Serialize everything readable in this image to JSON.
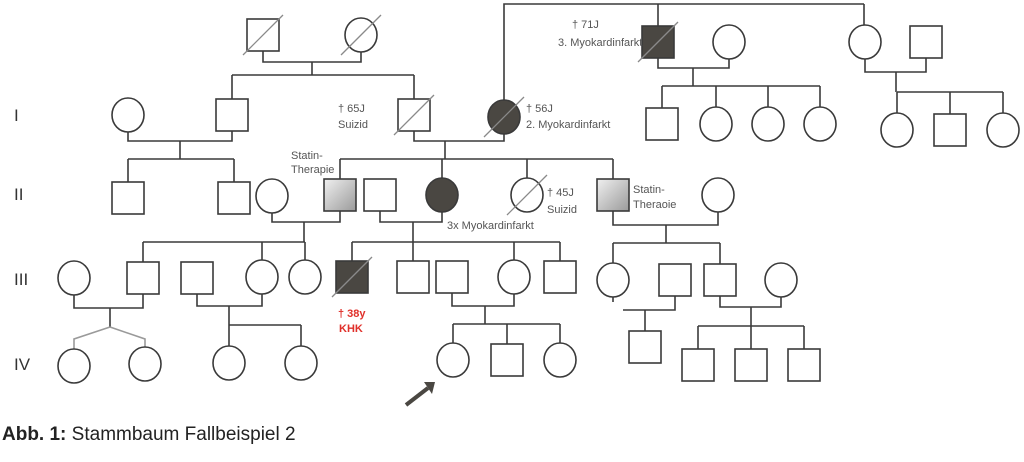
{
  "figure": {
    "caption_label": "Abb. 1:",
    "caption_text": "Stammbaum Fallbeispiel 2"
  },
  "colors": {
    "affected": "#4a4742",
    "statin_light": "#e8e8e8",
    "statin_dark": "#9a9a9a",
    "line": "#3a3a3a",
    "deceased_slash": "#8a8a8a",
    "highlight_text": "#e0302a"
  },
  "generations": [
    "I",
    "II",
    "III",
    "IV"
  ],
  "legend_notes": {
    "grandfather_maternal": [
      "† 71J",
      "3. Myokardinfarkt"
    ],
    "grandmother_paternal_father": [
      "† 65J",
      "Suizid"
    ],
    "grandmother_affected": [
      "† 56J",
      "2. Myokardinfarkt"
    ],
    "statin_left": [
      "Statin-",
      "Therapie"
    ],
    "aunt_affected": "3x Myokardinfarkt",
    "aunt_suicide": [
      "† 45J",
      "Suizid"
    ],
    "statin_right": [
      "Statin-",
      "Theraoie"
    ],
    "cousin_deceased": [
      "† 38y",
      "KHK"
    ]
  },
  "individuals": [
    {
      "id": "gp1",
      "sex": "male",
      "status": "deceased",
      "generation": "0"
    },
    {
      "id": "gp2",
      "sex": "female",
      "status": "deceased",
      "generation": "0"
    },
    {
      "id": "mgf",
      "sex": "male",
      "status": "affected-deceased",
      "generation": "0",
      "note": "grandfather_maternal"
    },
    {
      "id": "mgm",
      "sex": "female",
      "status": "unaffected",
      "generation": "0"
    },
    {
      "id": "gaunt",
      "sex": "female",
      "status": "unaffected",
      "generation": "0"
    },
    {
      "id": "guncle",
      "sex": "male",
      "status": "unaffected",
      "generation": "0"
    },
    {
      "id": "I-w",
      "sex": "female",
      "status": "unaffected",
      "generation": "I"
    },
    {
      "id": "I-m",
      "sex": "male",
      "status": "unaffected",
      "generation": "I"
    },
    {
      "id": "I-f",
      "sex": "male",
      "status": "deceased",
      "generation": "I",
      "note": "grandmother_paternal_father"
    },
    {
      "id": "I-mo",
      "sex": "female",
      "status": "affected-deceased",
      "generation": "I",
      "note": "grandmother_affected"
    },
    {
      "id": "I-c1",
      "sex": "male",
      "status": "unaffected",
      "generation": "I"
    },
    {
      "id": "I-c2",
      "sex": "female",
      "status": "unaffected",
      "generation": "I"
    },
    {
      "id": "I-c3",
      "sex": "female",
      "status": "unaffected",
      "generation": "I"
    },
    {
      "id": "I-c4",
      "sex": "female",
      "status": "unaffected",
      "generation": "I"
    },
    {
      "id": "I-d1",
      "sex": "female",
      "status": "unaffected",
      "generation": "I"
    },
    {
      "id": "I-d2",
      "sex": "male",
      "status": "unaffected",
      "generation": "I"
    },
    {
      "id": "I-d3",
      "sex": "female",
      "status": "unaffected",
      "generation": "I"
    },
    {
      "id": "II-1",
      "sex": "male",
      "status": "unaffected",
      "generation": "II"
    },
    {
      "id": "II-2",
      "sex": "male",
      "status": "unaffected",
      "generation": "II"
    },
    {
      "id": "II-3",
      "sex": "female",
      "status": "unaffected",
      "generation": "II"
    },
    {
      "id": "II-4",
      "sex": "male",
      "status": "statin",
      "generation": "II",
      "note": "statin_left"
    },
    {
      "id": "II-5",
      "sex": "male",
      "status": "unaffected",
      "generation": "II"
    },
    {
      "id": "II-6",
      "sex": "female",
      "status": "affected",
      "generation": "II",
      "note": "aunt_affected"
    },
    {
      "id": "II-7",
      "sex": "female",
      "status": "deceased",
      "generation": "II",
      "note": "aunt_suicide"
    },
    {
      "id": "II-8",
      "sex": "male",
      "status": "statin",
      "generation": "II",
      "note": "statin_right"
    },
    {
      "id": "II-9",
      "sex": "female",
      "status": "unaffected",
      "generation": "II"
    },
    {
      "id": "III-1",
      "sex": "female",
      "status": "unaffected",
      "generation": "III"
    },
    {
      "id": "III-2",
      "sex": "male",
      "status": "unaffected",
      "generation": "III"
    },
    {
      "id": "III-3",
      "sex": "male",
      "status": "unaffected",
      "generation": "III"
    },
    {
      "id": "III-4",
      "sex": "female",
      "status": "unaffected",
      "generation": "III"
    },
    {
      "id": "III-5",
      "sex": "female",
      "status": "unaffected",
      "generation": "III"
    },
    {
      "id": "III-6",
      "sex": "male",
      "status": "affected-deceased",
      "generation": "III",
      "note": "cousin_deceased"
    },
    {
      "id": "III-7",
      "sex": "male",
      "status": "unaffected",
      "generation": "III"
    },
    {
      "id": "III-8",
      "sex": "male",
      "status": "unaffected",
      "generation": "III"
    },
    {
      "id": "III-9",
      "sex": "female",
      "status": "unaffected",
      "generation": "III"
    },
    {
      "id": "III-10",
      "sex": "male",
      "status": "unaffected",
      "generation": "III"
    },
    {
      "id": "III-11",
      "sex": "female",
      "status": "unaffected",
      "generation": "III"
    },
    {
      "id": "III-12",
      "sex": "male",
      "status": "unaffected",
      "generation": "III"
    },
    {
      "id": "III-13",
      "sex": "male",
      "status": "unaffected",
      "generation": "III"
    },
    {
      "id": "III-14",
      "sex": "female",
      "status": "unaffected",
      "generation": "III"
    },
    {
      "id": "IV-1",
      "sex": "female",
      "status": "unaffected",
      "generation": "IV",
      "twin": true
    },
    {
      "id": "IV-2",
      "sex": "female",
      "status": "unaffected",
      "generation": "IV",
      "twin": true
    },
    {
      "id": "IV-3",
      "sex": "female",
      "status": "unaffected",
      "generation": "IV"
    },
    {
      "id": "IV-4",
      "sex": "female",
      "status": "unaffected",
      "generation": "IV"
    },
    {
      "id": "IV-5",
      "sex": "female",
      "status": "unaffected",
      "generation": "IV",
      "proband": true
    },
    {
      "id": "IV-6",
      "sex": "male",
      "status": "unaffected",
      "generation": "IV"
    },
    {
      "id": "IV-7",
      "sex": "female",
      "status": "unaffected",
      "generation": "IV"
    },
    {
      "id": "IV-8",
      "sex": "male",
      "status": "unaffected",
      "generation": "IV"
    },
    {
      "id": "IV-9",
      "sex": "male",
      "status": "unaffected",
      "generation": "IV"
    },
    {
      "id": "IV-10",
      "sex": "male",
      "status": "unaffected",
      "generation": "IV"
    },
    {
      "id": "IV-11",
      "sex": "male",
      "status": "unaffected",
      "generation": "IV"
    }
  ]
}
